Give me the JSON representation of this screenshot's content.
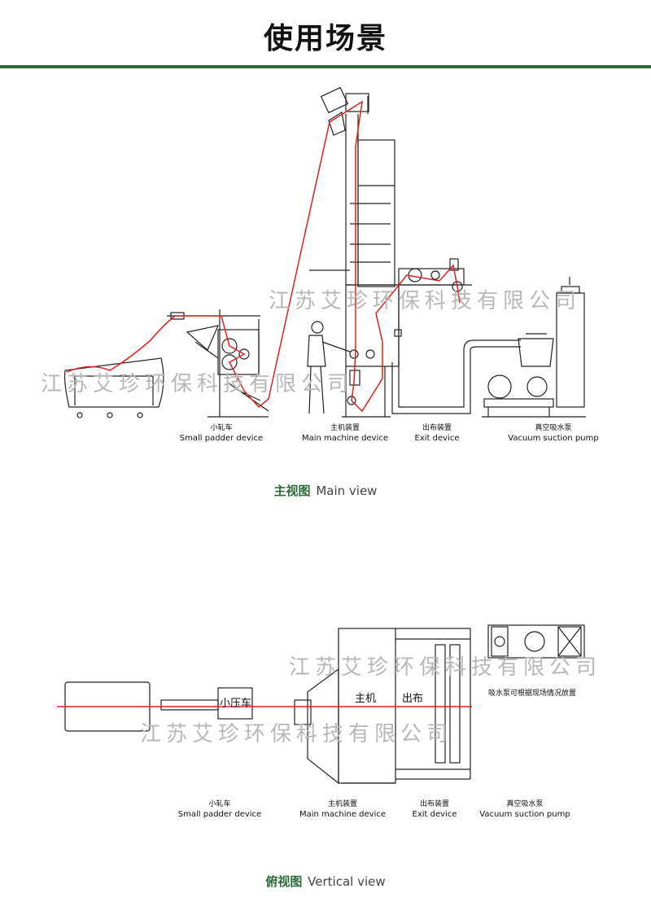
{
  "header": {
    "title": "使用场景"
  },
  "main_view": {
    "caption_cn": "主视图",
    "caption_en": "Main view",
    "labels": [
      {
        "cn": "小轧车",
        "en": "Small padder device"
      },
      {
        "cn": "主机装置",
        "en": "Main machine device"
      },
      {
        "cn": "出布装置",
        "en": "Exit device"
      },
      {
        "cn": "真空吸水泵",
        "en": "Vacuum suction pump"
      }
    ],
    "watermark_1": "江苏艾珍环保科技有限公司",
    "watermark_2": "江苏艾珍环保科技有限公司"
  },
  "vertical_view": {
    "caption_cn": "俯视图",
    "caption_en": "Vertical view",
    "small_press_label": "小压车",
    "main_label": "主机",
    "exit_label": "出布",
    "pump_note": "吸水泵可根据现场情况放置",
    "labels": [
      {
        "cn": "小轧车",
        "en": "Small padder device"
      },
      {
        "cn": "主机装置",
        "en": "Main machine device"
      },
      {
        "cn": "出布装置",
        "en": "Exit device"
      },
      {
        "cn": "真空吸水泵",
        "en": "Vacuum suction pump"
      }
    ],
    "watermark_1": "江苏艾珍环保科技有限公司",
    "watermark_2": "江苏艾珍环保科技有限公司"
  },
  "colors": {
    "accent": "#2b6b3a",
    "fabric_line": "#e02020",
    "watermark": "#b8b8b8"
  }
}
